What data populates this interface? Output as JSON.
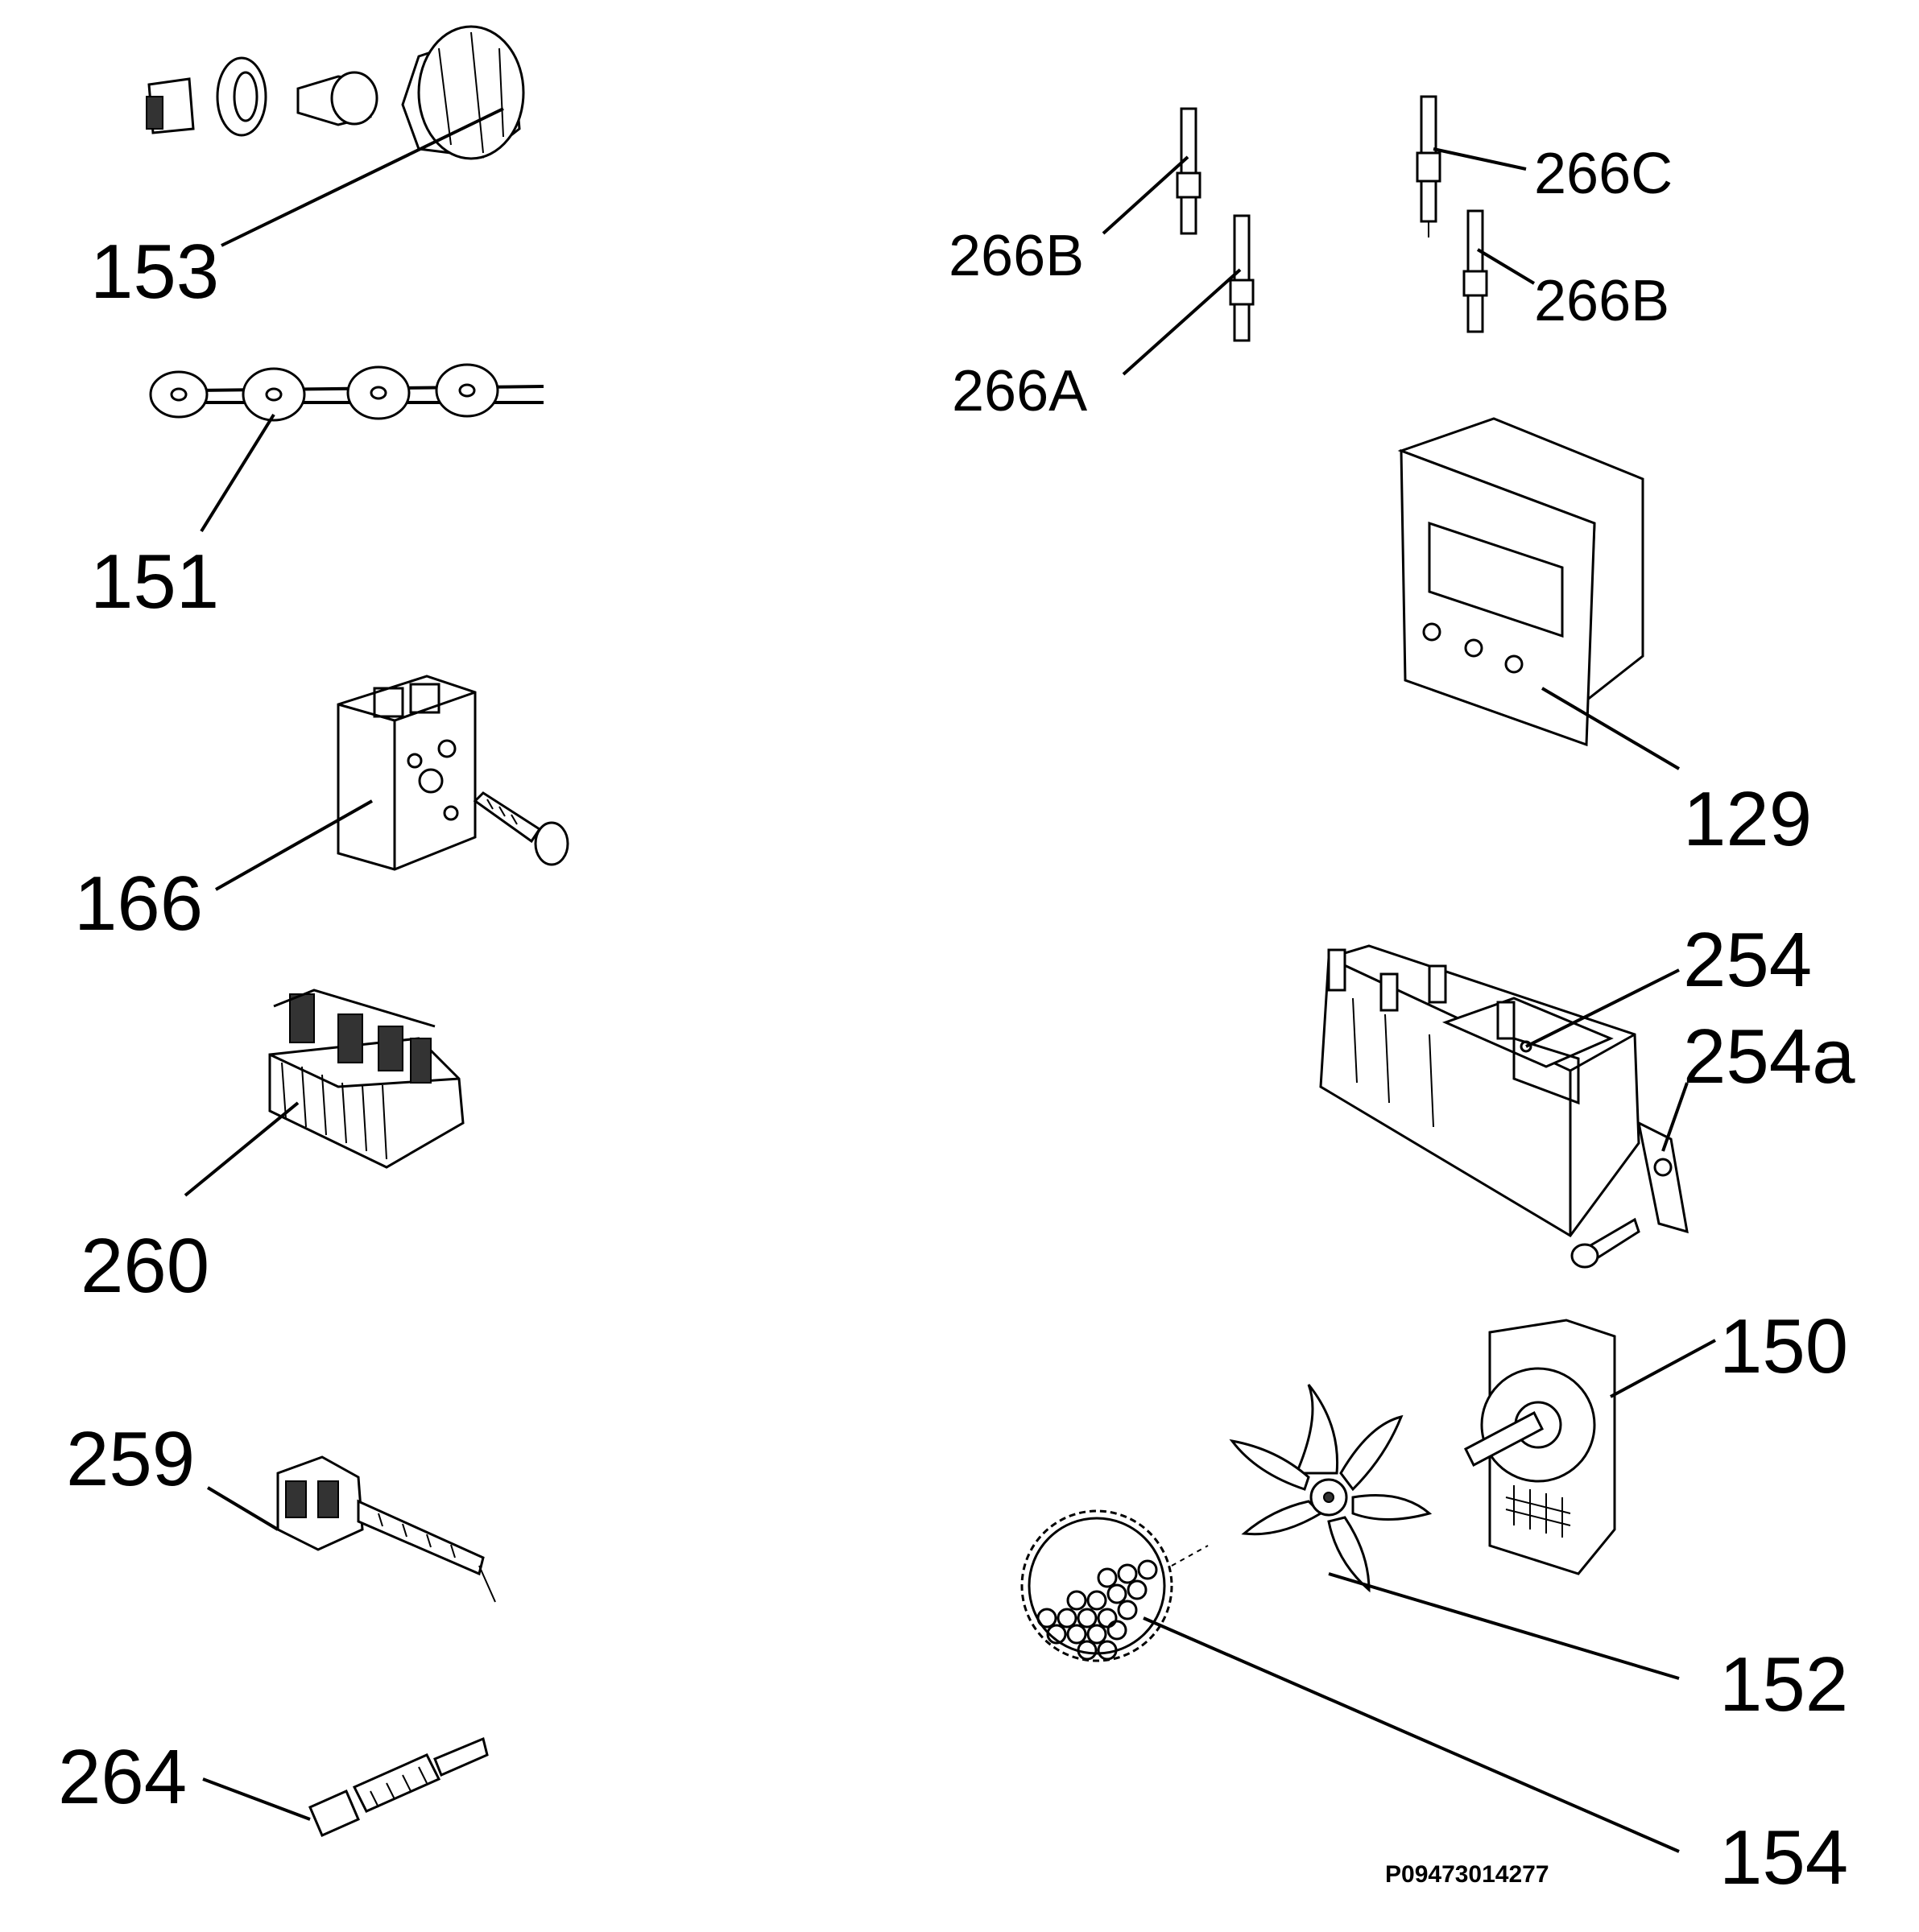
{
  "document_id": "P09473014277",
  "callouts": {
    "c153": "153",
    "c151": "151",
    "c166": "166",
    "c260": "260",
    "c259": "259",
    "c264": "264",
    "c266b_left": "266B",
    "c266a": "266A",
    "c266c": "266C",
    "c266b_right": "266B",
    "c129": "129",
    "c254": "254",
    "c254a": "254a",
    "c150": "150",
    "c152": "152",
    "c154": "154"
  }
}
